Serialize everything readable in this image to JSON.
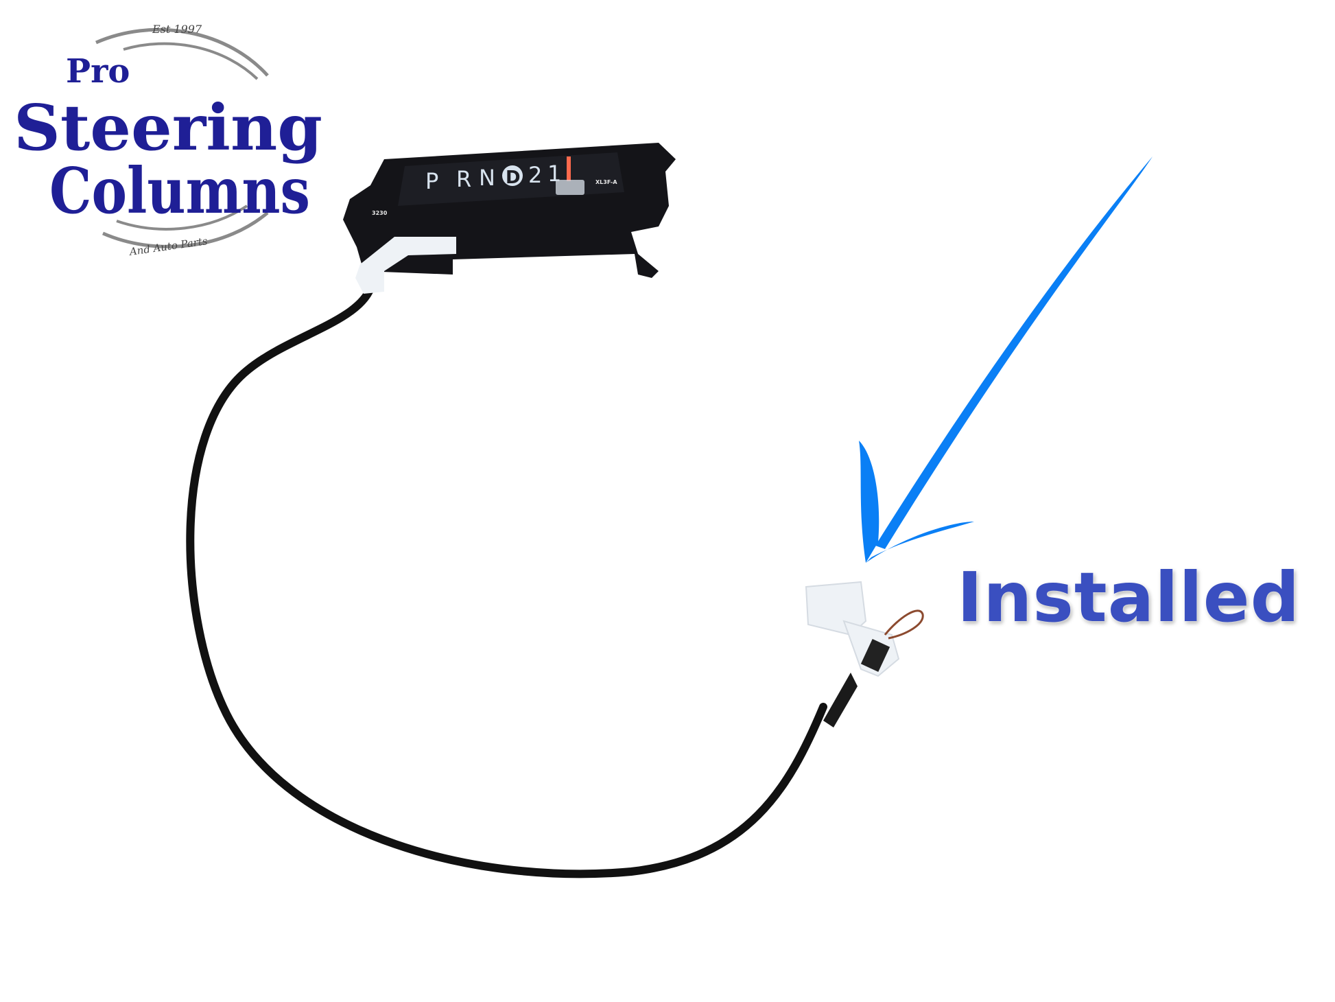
{
  "logo": {
    "established": "Est 1997",
    "line1": "Pro",
    "line2": "Steering",
    "line3": "Columns",
    "tagline": "And Auto Parts"
  },
  "product": {
    "name": "shift indicator cable assembly",
    "gear_positions": [
      "P",
      "R",
      "N",
      "D",
      "2",
      "1"
    ],
    "selected_gear": "D",
    "left_label": "3230",
    "right_label": "XL3F-A"
  },
  "annotation": {
    "label": "Installed",
    "label_color": "#3a4fc0",
    "arrow_color": "#0a7ff5"
  },
  "colors": {
    "logo_blue": "#1f1f96",
    "logo_ring": "#8a8a8a",
    "cable": "#111111",
    "clip_white": "#eef2f6"
  }
}
